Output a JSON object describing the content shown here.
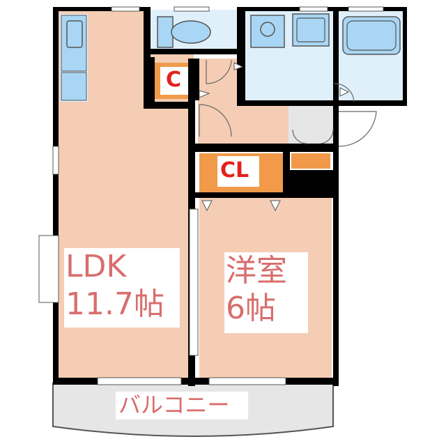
{
  "rooms": {
    "ldk": {
      "name": "LDK",
      "size": "11.7帖"
    },
    "western": {
      "name": "洋室",
      "size": "6帖"
    },
    "closet_small": {
      "label": "C"
    },
    "closet_large": {
      "label": "CL"
    },
    "balcony": {
      "label": "バルコニー"
    }
  },
  "colors": {
    "floor_wood": "#f4cdb4",
    "wet_area": "#dff0fb",
    "fixture": "#a9d6f4",
    "closet": "#f09a4a",
    "hall": "#f4cdb4",
    "entrance": "#e6e6e6",
    "wall": "#000000",
    "balcony": "#e6e6e6",
    "label_text": "#d96d6d",
    "closet_text": "#e2211c"
  }
}
